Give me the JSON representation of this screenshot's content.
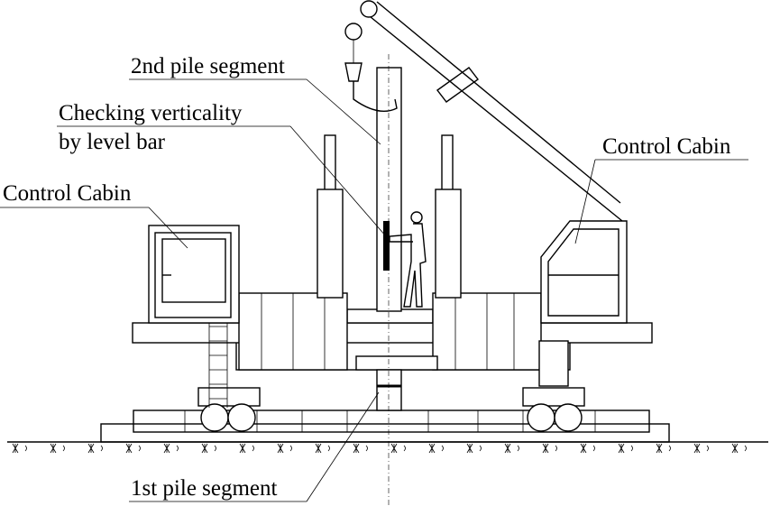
{
  "labels": {
    "second_pile": "2nd pile segment",
    "checking_line1": "Checking verticality",
    "checking_line2": "by level bar",
    "cabin_left": "Control Cabin",
    "cabin_right": "Control Cabin",
    "first_pile": "1st pile segment"
  }
}
